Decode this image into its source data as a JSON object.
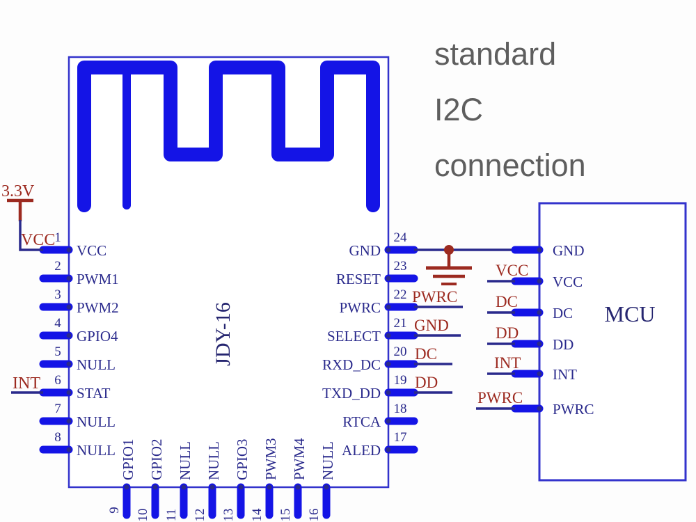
{
  "title": {
    "line1": "standard",
    "line2": "I2C",
    "line3": "connection",
    "color": "#5e5e5e"
  },
  "colors": {
    "wire_blue": "#1414e6",
    "outline_blue": "#3333cc",
    "label_navy": "#2a2a8c",
    "net_red": "#9c2a20",
    "background": "#fdfdfd"
  },
  "module": {
    "name": "JDY-16",
    "pins_left": [
      {
        "num": "1",
        "label": "VCC"
      },
      {
        "num": "2",
        "label": "PWM1"
      },
      {
        "num": "3",
        "label": "PWM2"
      },
      {
        "num": "4",
        "label": "GPIO4"
      },
      {
        "num": "5",
        "label": "NULL"
      },
      {
        "num": "6",
        "label": "STAT"
      },
      {
        "num": "7",
        "label": "NULL"
      },
      {
        "num": "8",
        "label": "NULL"
      }
    ],
    "pins_bottom": [
      {
        "num": "9",
        "label": "GPIO1"
      },
      {
        "num": "10",
        "label": "GPIO2"
      },
      {
        "num": "11",
        "label": "NULL"
      },
      {
        "num": "12",
        "label": "NULL"
      },
      {
        "num": "13",
        "label": "GPIO3"
      },
      {
        "num": "14",
        "label": "PWM3"
      },
      {
        "num": "15",
        "label": "PWM4"
      },
      {
        "num": "16",
        "label": "NULL"
      }
    ],
    "pins_right": [
      {
        "num": "24",
        "label": "GND"
      },
      {
        "num": "23",
        "label": "RESET"
      },
      {
        "num": "22",
        "label": "PWRC"
      },
      {
        "num": "21",
        "label": "SELECT"
      },
      {
        "num": "20",
        "label": "RXD_DC"
      },
      {
        "num": "19",
        "label": "TXD_DD"
      },
      {
        "num": "18",
        "label": "RTCA"
      },
      {
        "num": "17",
        "label": "ALED"
      }
    ]
  },
  "mcu": {
    "name": "MCU",
    "pins": [
      {
        "label": "GND",
        "net": ""
      },
      {
        "label": "VCC",
        "net": "VCC"
      },
      {
        "label": "DC",
        "net": "DC"
      },
      {
        "label": "DD",
        "net": "DD"
      },
      {
        "label": "INT",
        "net": "INT"
      },
      {
        "label": "PWRC",
        "net": "PWRC"
      }
    ]
  },
  "nets": {
    "supply": "3.3V",
    "module_vcc": "VCC",
    "module_int": "INT",
    "right_side": [
      {
        "pin": "22",
        "net": "PWRC"
      },
      {
        "pin": "21",
        "net": "GND"
      },
      {
        "pin": "20",
        "net": "DC"
      },
      {
        "pin": "19",
        "net": "DD"
      }
    ],
    "ground_symbol": "GND"
  }
}
